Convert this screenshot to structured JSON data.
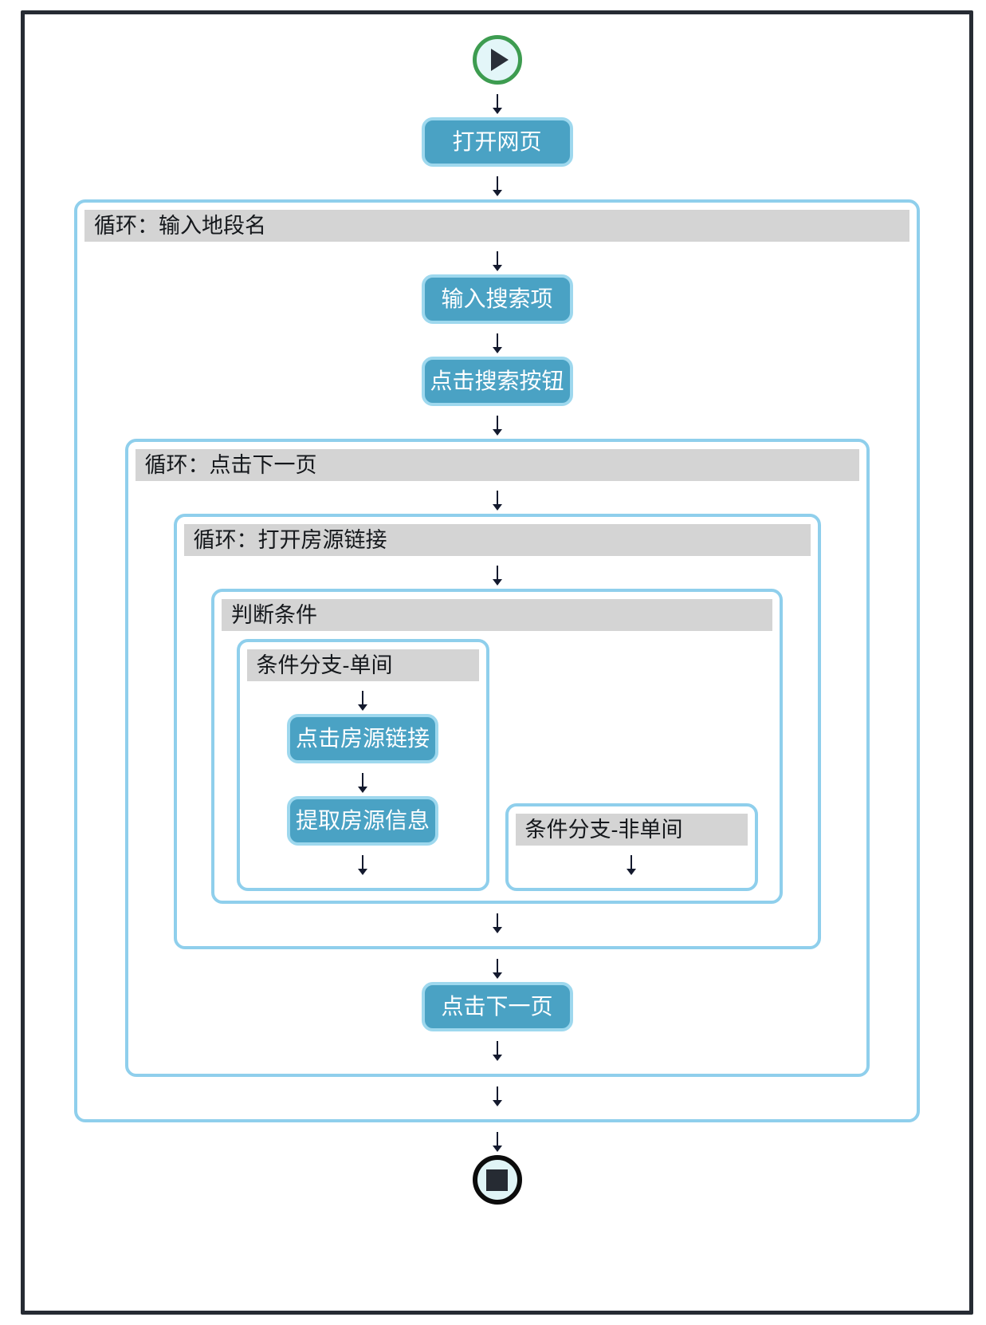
{
  "colors": {
    "step_button_bg": "#4AA2C4",
    "step_button_border": "#9ED8EE",
    "container_border": "#8FCFEC",
    "section_header_bg": "#D4D4D4",
    "start_ring_green": "#3D9C50",
    "end_ring_black": "#0C0C0C",
    "frame_border": "#262B33",
    "arrow_color": "#141A2E"
  },
  "icons": {
    "start": "play-icon",
    "end": "stop-icon",
    "connector": "down-arrow-icon"
  },
  "flowchart": {
    "open_page": {
      "label": "打开网页"
    },
    "loop_location": {
      "title": "循环：输入地段名",
      "input_search": {
        "label": "输入搜索项"
      },
      "click_search": {
        "label": "点击搜索按钮"
      },
      "loop_next_page": {
        "title": "循环：点击下一页",
        "loop_open_listing": {
          "title": "循环：打开房源链接",
          "condition": {
            "title": "判断条件",
            "branch_single": {
              "title": "条件分支-单间",
              "click_listing": {
                "label": "点击房源链接"
              },
              "extract_info": {
                "label": "提取房源信息"
              }
            },
            "branch_not_single": {
              "title": "条件分支-非单间"
            }
          }
        },
        "click_next_page": {
          "label": "点击下一页"
        }
      }
    }
  }
}
